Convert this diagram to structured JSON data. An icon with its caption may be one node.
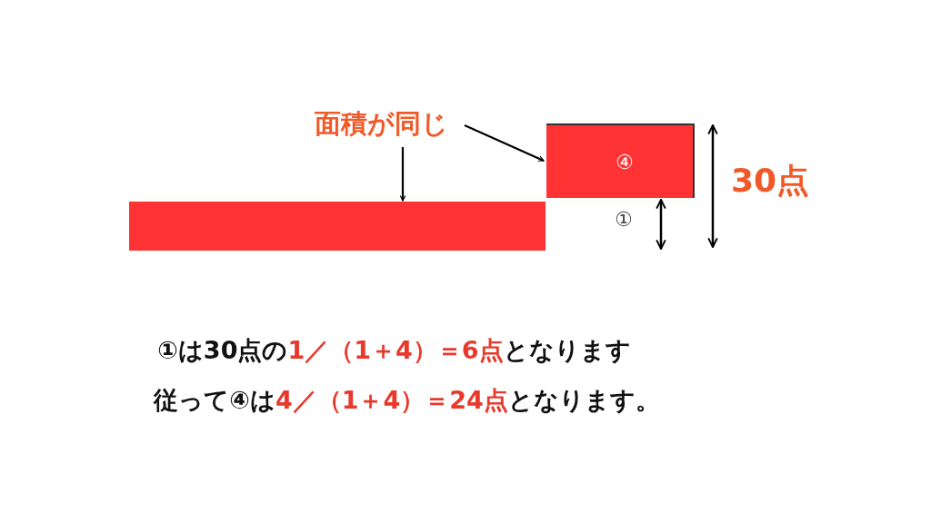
{
  "diagram": {
    "nodes": [
      {
        "text": [
          "面積が同じ"
        ]
      },
      {
        "text": [],
        "shape": "bar"
      },
      {
        "text": [
          "④"
        ]
      }
    ],
    "edges": [
      {
        "from": 0,
        "to": 1,
        "arrow": "to"
      },
      {
        "from": 0,
        "to": 2,
        "arrow": "to"
      }
    ],
    "labels": [
      "①",
      "30点",
      "①は30点の**1／（1＋4）＝6点**となります",
      "従って④は**4／（1＋4）＝24点**となります。"
    ]
  }
}
